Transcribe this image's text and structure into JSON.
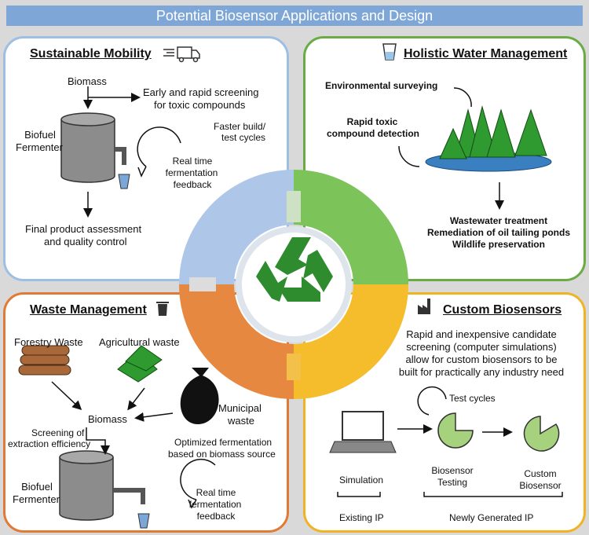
{
  "title": "Potential Biosensor Applications and Design",
  "mobility": {
    "heading": "Sustainable Mobility",
    "biomass": "Biomass",
    "screening": [
      "Early and rapid screening",
      "for toxic compounds"
    ],
    "fermenter": [
      "Biofuel",
      "Fermenter"
    ],
    "faster": [
      "Faster build/",
      "test cycles"
    ],
    "realtime": [
      "Real time",
      "fermentation",
      "feedback"
    ],
    "final": [
      "Final product assessment",
      "and quality control"
    ]
  },
  "water": {
    "heading": "Holistic Water Management",
    "env": "Environmental surveying",
    "rapid": [
      "Rapid toxic",
      "compound detection"
    ],
    "uses": [
      "Wastewater treatment",
      "Remediation of oil tailing ponds",
      "Wildlife preservation"
    ]
  },
  "waste": {
    "heading": "Waste Management",
    "forestry": "Forestry Waste",
    "agri": "Agricultural waste",
    "municipal": [
      "Municipal",
      "waste"
    ],
    "biomass": "Biomass",
    "screening": [
      "Screening of",
      "extraction efficiency"
    ],
    "optimized": [
      "Optimized fermentation",
      "based on biomass source"
    ],
    "fermenter": [
      "Biofuel",
      "Fermenter"
    ],
    "realtime": [
      "Real time",
      "fermentation",
      "feedback"
    ]
  },
  "custom": {
    "heading": "Custom Biosensors",
    "desc": [
      "Rapid and inexpensive candidate",
      "screening (computer simulations)",
      "allow for custom biosensors to be",
      "built for practically any industry need"
    ],
    "test": "Test cycles",
    "simulation": "Simulation",
    "testing": [
      "Biosensor",
      "Testing"
    ],
    "custom_label": [
      "Custom",
      "Biosensor"
    ],
    "existing": "Existing IP",
    "newip": "Newly Generated IP"
  }
}
